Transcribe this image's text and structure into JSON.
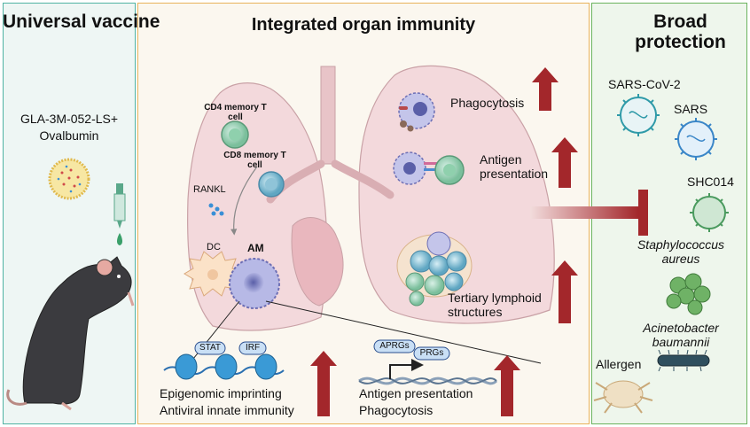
{
  "left": {
    "title": "Universal vaccine",
    "vaccine": "GLA-3M-052-LS+ Ovalbumin"
  },
  "middle": {
    "title": "Integrated organ immunity",
    "cd4": "CD4 memory T cell",
    "cd8": "CD8 memory T cell",
    "rankl": "RANKL",
    "dc": "DC",
    "am": "AM",
    "phago": "Phagocytosis",
    "antigen": "Antigen presentation",
    "tls": "Tertiary lymphoid structures",
    "stat": "STAT",
    "irf": "IRF",
    "aprgs": "APRGs",
    "prgs": "PRGs",
    "epi1": "Epigenomic imprinting",
    "epi2": "Antiviral innate immunity",
    "ag1": "Antigen presentation",
    "ag2": "Phagocytosis"
  },
  "right": {
    "title": "Broad protection",
    "p1": "SARS-CoV-2",
    "p2": "SARS",
    "p3": "SHC014",
    "p4": "Staphylococcus aureus",
    "p5": "Acinetobacter baumannii",
    "p6": "Allergen"
  },
  "colors": {
    "left_border": "#4fb3a3",
    "mid_border": "#e8b25a",
    "right_border": "#6ab35e",
    "arrow": "#a3272b"
  }
}
